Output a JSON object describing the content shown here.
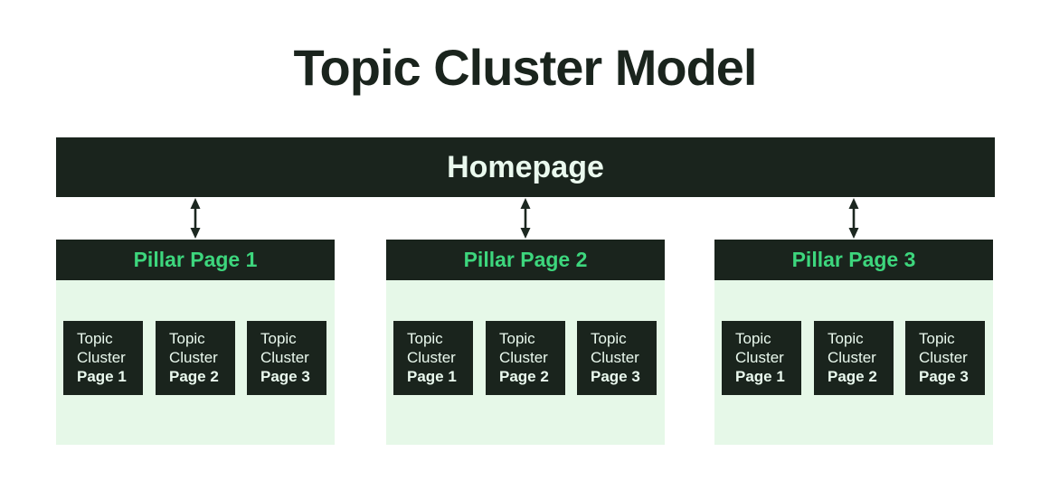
{
  "title": "Topic Cluster Model",
  "homepage": {
    "label": "Homepage"
  },
  "pillars": [
    {
      "title": "Pillar Page 1",
      "boxes": [
        {
          "line1": "Topic",
          "line2": "Cluster",
          "line3": "Page 1"
        },
        {
          "line1": "Topic",
          "line2": "Cluster",
          "line3": "Page 2"
        },
        {
          "line1": "Topic",
          "line2": "Cluster",
          "line3": "Page 3"
        }
      ]
    },
    {
      "title": "Pillar Page 2",
      "boxes": [
        {
          "line1": "Topic",
          "line2": "Cluster",
          "line3": "Page 1"
        },
        {
          "line1": "Topic",
          "line2": "Cluster",
          "line3": "Page 2"
        },
        {
          "line1": "Topic",
          "line2": "Cluster",
          "line3": "Page 3"
        }
      ]
    },
    {
      "title": "Pillar Page 3",
      "boxes": [
        {
          "line1": "Topic",
          "line2": "Cluster",
          "line3": "Page 1"
        },
        {
          "line1": "Topic",
          "line2": "Cluster",
          "line3": "Page 2"
        },
        {
          "line1": "Topic",
          "line2": "Cluster",
          "line3": "Page 3"
        }
      ]
    }
  ],
  "colors": {
    "dark": "#1a241d",
    "panel": "#e6f8e8",
    "green": "#3dd67d",
    "light": "#eaf9ee",
    "arrow": "#1c2720",
    "background": "#ffffff"
  }
}
